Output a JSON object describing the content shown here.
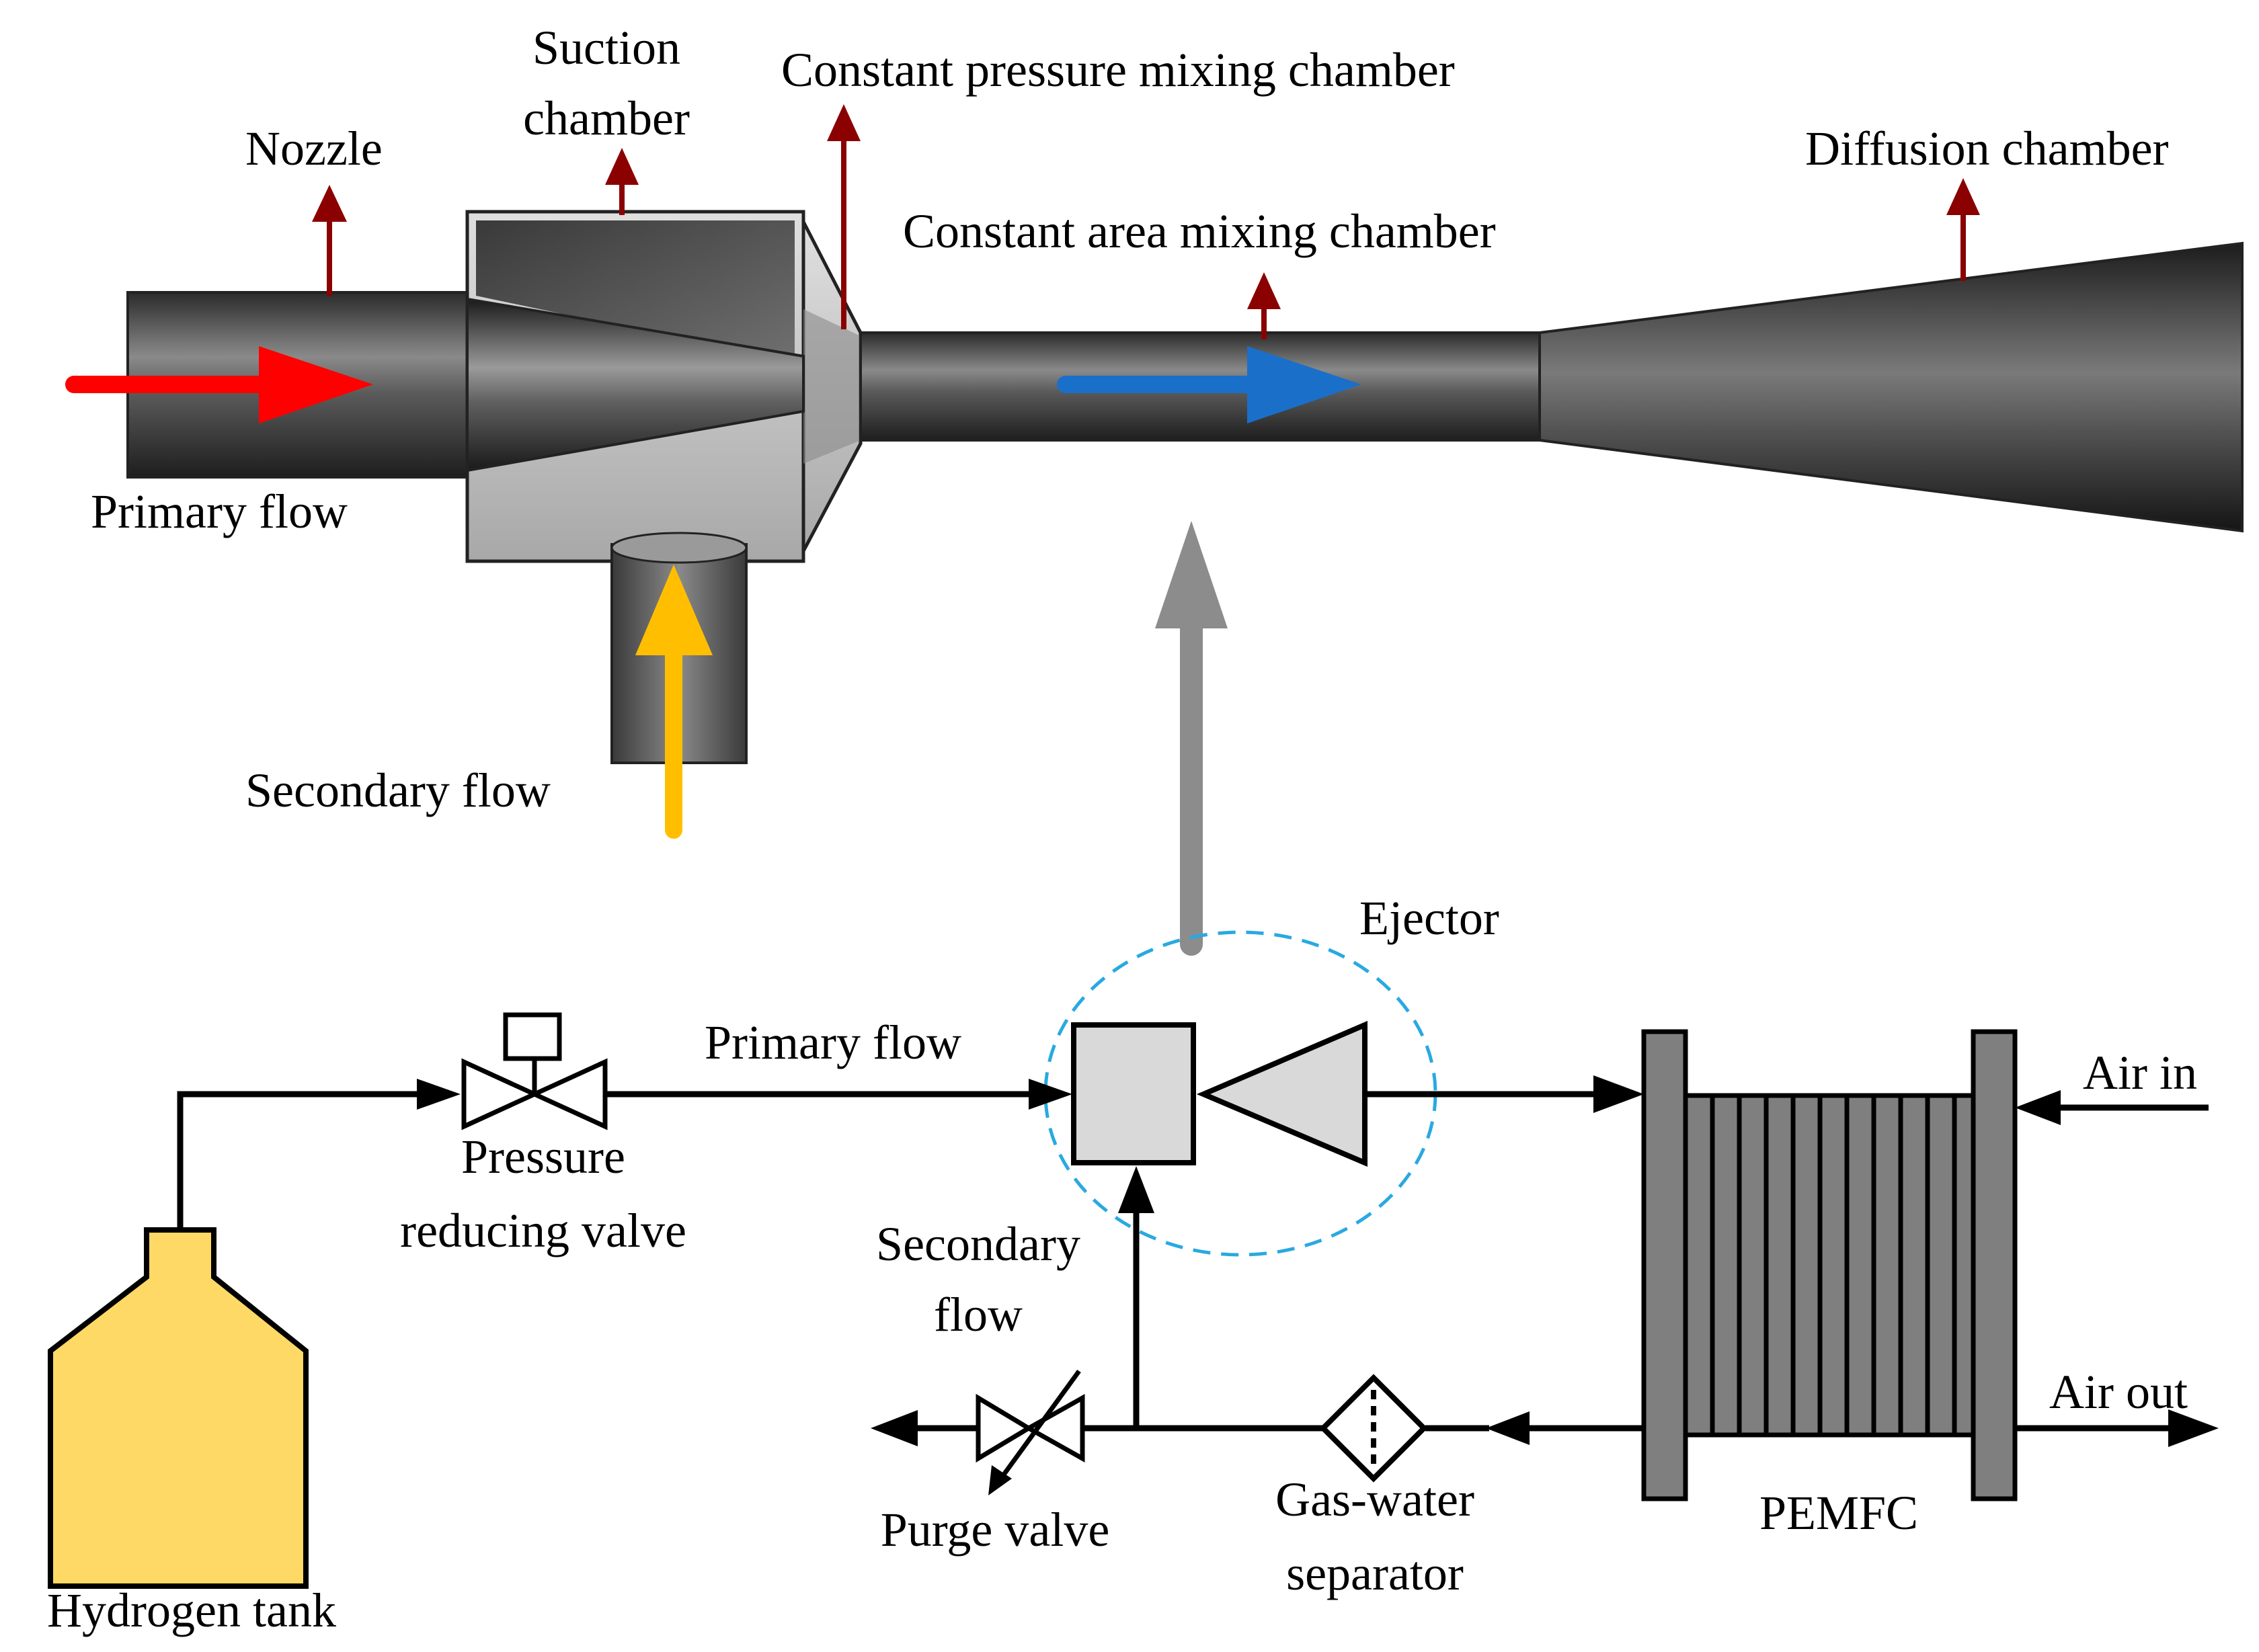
{
  "ejector_detail": {
    "labels": {
      "nozzle": "Nozzle",
      "suction_line1": "Suction",
      "suction_line2": "chamber",
      "const_pressure": "Constant pressure mixing chamber",
      "const_area": "Constant area mixing chamber",
      "diffusion": "Diffusion chamber",
      "primary_flow": "Primary flow",
      "secondary_flow": "Secondary flow"
    }
  },
  "system": {
    "labels": {
      "ejector": "Ejector",
      "primary_flow": "Primary flow",
      "prv_line1": "Pressure",
      "prv_line2": "reducing valve",
      "secondary_line1": "Secondary",
      "secondary_line2": "flow",
      "air_in": "Air in",
      "air_out": "Air out",
      "pemfc": "PEMFC",
      "purge_valve": "Purge valve",
      "gws_line1": "Gas-water",
      "gws_line2": "separator",
      "hydrogen_tank": "Hydrogen tank"
    }
  },
  "colors": {
    "primary_arrow": "#ff0000",
    "mixed_arrow": "#1a6fc9",
    "secondary_arrow": "#ffbf00",
    "pointer_arrow": "#8b0000",
    "link_arrow": "#8c8c8c",
    "tank_fill": "#ffd966",
    "ejector_circle": "#29a9e1"
  }
}
